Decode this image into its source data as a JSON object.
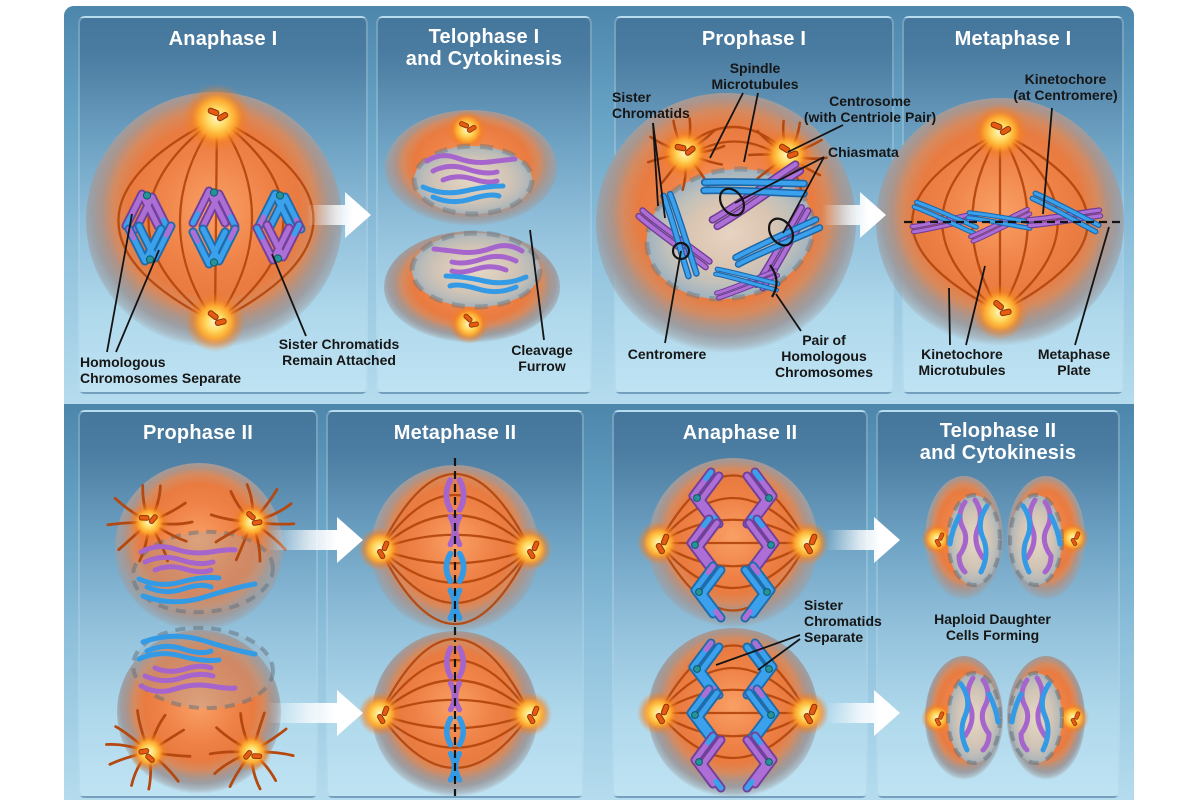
{
  "figure": {
    "type": "biology-diagram",
    "subject": "Meiosis I and Meiosis II phases"
  },
  "colors": {
    "background": "#ffffff",
    "frame_blue_top": "#4d86ab",
    "frame_blue_bottom": "#b5dcee",
    "panel_header_blue": "#45769b",
    "title_text": "#ffffff",
    "label_text": "#161616",
    "cell_orange": "#ee7e42",
    "cell_rim_gray": "#9c9ea3",
    "spindle_fiber": "#b5480e",
    "centriole": "#e65b12",
    "glow_yellow": "#ffd95e",
    "chromosome_purple": "#ad6fd6",
    "chromosome_blue": "#3ba1ec",
    "centromere_teal": "#26939b",
    "nucleus_tan": "#dccbb9"
  },
  "panels": {
    "anaphase1": {
      "title": "Anaphase I"
    },
    "telophase1": {
      "title": "Telophase I\nand Cytokinesis"
    },
    "prophase1": {
      "title": "Prophase I"
    },
    "metaphase1": {
      "title": "Metaphase I"
    },
    "prophase2": {
      "title": "Prophase II"
    },
    "metaphase2": {
      "title": "Metaphase II"
    },
    "anaphase2": {
      "title": "Anaphase II"
    },
    "telophase2": {
      "title": "Telophase II\nand Cytokinesis"
    }
  },
  "annotations": {
    "homologous_separate": {
      "text": "Homologous\nChromosomes Separate"
    },
    "sister_remain": {
      "text": "Sister Chromatids\nRemain Attached"
    },
    "cleavage_furrow": {
      "text": "Cleavage\nFurrow"
    },
    "sister_chromatids": {
      "text": "Sister\nChromatids"
    },
    "spindle_microtubules": {
      "text": "Spindle\nMicrotubules"
    },
    "centrosome": {
      "text": "Centrosome\n(with Centriole Pair)"
    },
    "chiasmata": {
      "text": "Chiasmata"
    },
    "centromere": {
      "text": "Centromere"
    },
    "pair_homologous": {
      "text": "Pair of\nHomologous\nChromosomes"
    },
    "kinetochore": {
      "text": "Kinetochore\n(at Centromere)"
    },
    "kinetochore_microtubules": {
      "text": "Kinetochore\nMicrotubules"
    },
    "metaphase_plate": {
      "text": "Metaphase\nPlate"
    },
    "sister_separate": {
      "text": "Sister\nChromatids\nSeparate"
    },
    "haploid_daughter": {
      "text": "Haploid Daughter\nCells Forming"
    }
  }
}
